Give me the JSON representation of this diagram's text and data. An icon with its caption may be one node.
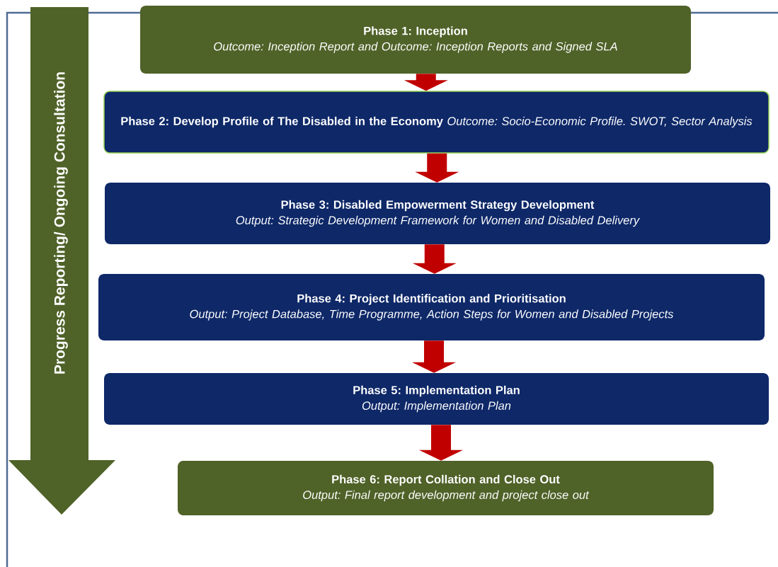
{
  "diagram": {
    "nodes": [
      {
        "text": [
          "Phase 1: Inception",
          "Outcome: Inception Report and Outcome: Inception Reports and Signed SLA"
        ]
      },
      {
        "text": [
          "Phase 2: Develop Profile of The Disabled in the Economy",
          "Outcome: Socio-Economic Profile. SWOT, Sector Analysis"
        ]
      },
      {
        "text": [
          "Phase 3: Disabled Empowerment Strategy Development",
          "Output: Strategic Development Framework for Women and Disabled Delivery"
        ]
      },
      {
        "text": [
          "Phase 4:  Project Identification and Prioritisation",
          "Output: Project Database, Time Programme, Action Steps for Women and Disabled Projects"
        ]
      },
      {
        "text": [
          "Phase 5: Implementation Plan",
          "Output: Implementation Plan"
        ]
      },
      {
        "text": [
          "Phase 6: Report Collation and Close Out",
          "Output: Final report development and project close out"
        ]
      },
      {
        "text": [
          "Progress Reporting/ Ongoing Consultation"
        ]
      }
    ],
    "edges": [
      {
        "from": 0,
        "to": 1,
        "arrow": "to"
      },
      {
        "from": 1,
        "to": 2,
        "arrow": "to"
      },
      {
        "from": 2,
        "to": 3,
        "arrow": "to"
      },
      {
        "from": 3,
        "to": 4,
        "arrow": "to"
      },
      {
        "from": 4,
        "to": 5,
        "arrow": "to"
      }
    ]
  }
}
